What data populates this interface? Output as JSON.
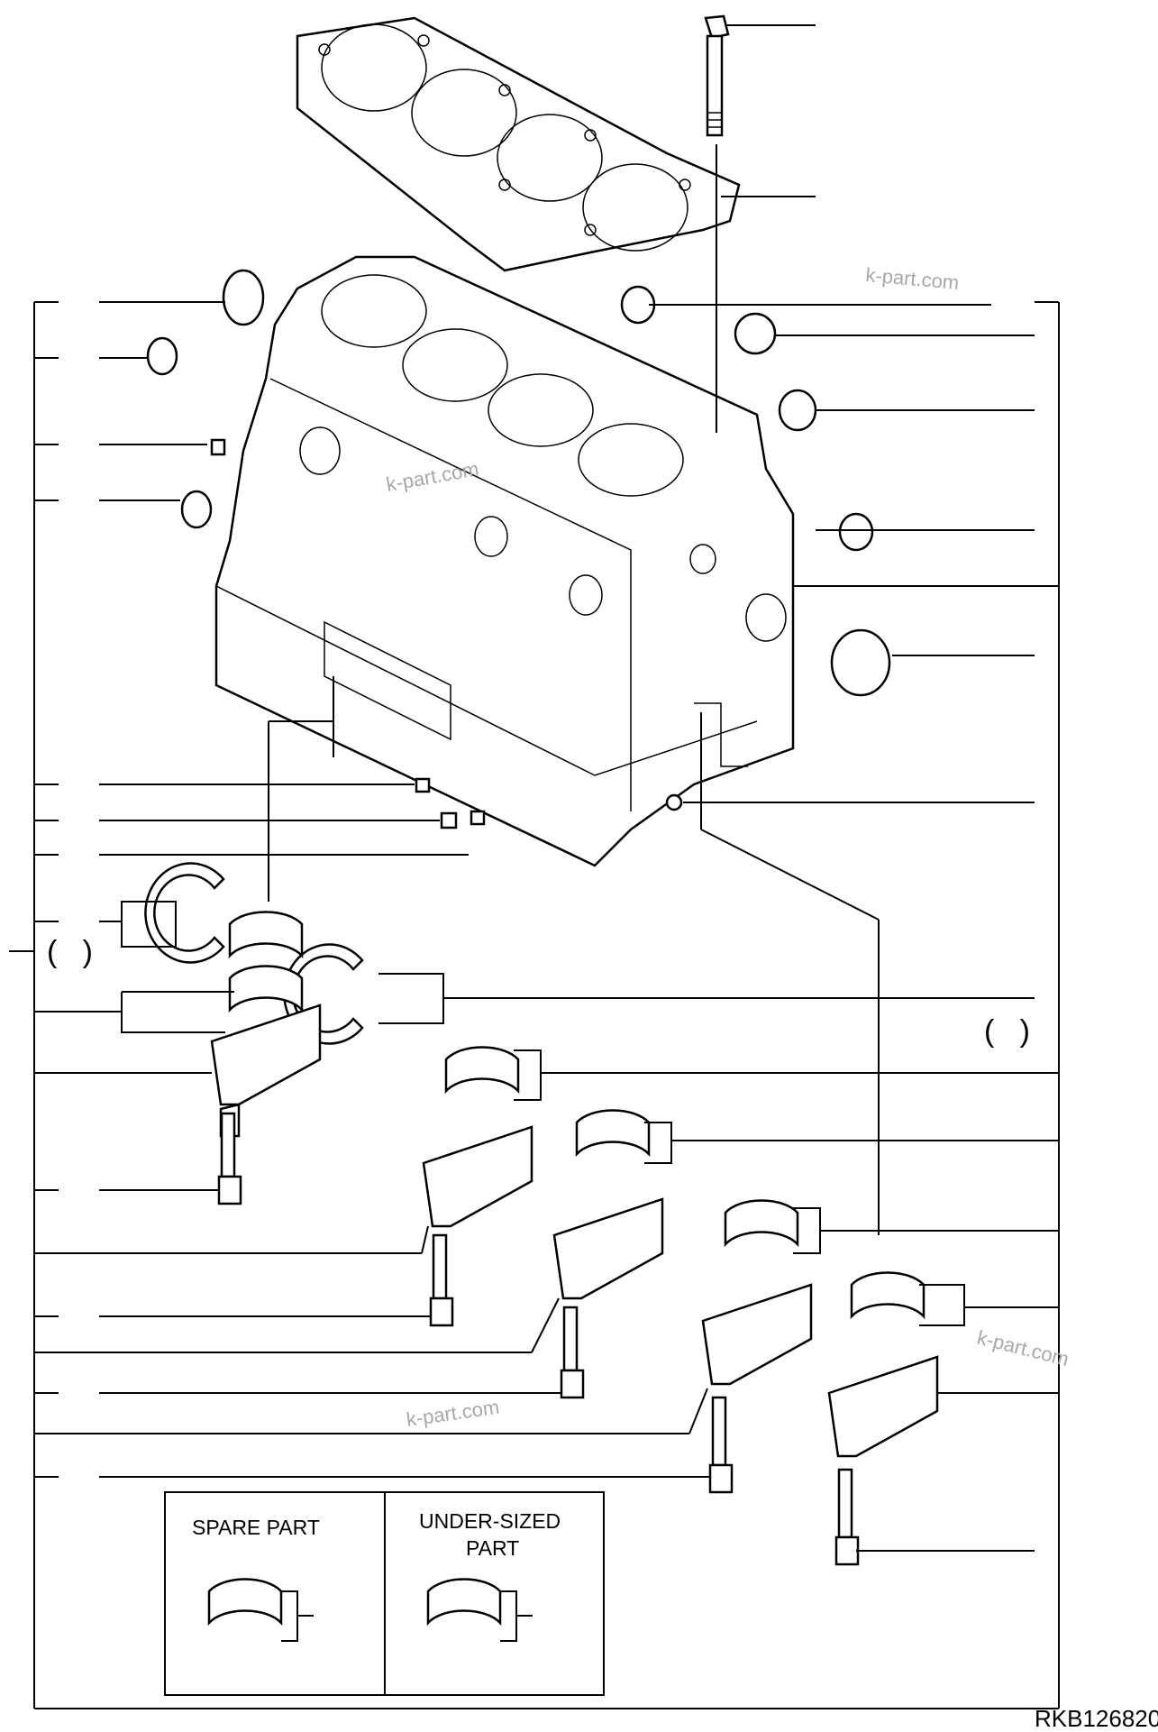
{
  "drawing_code": "RKB126820",
  "watermark": "k-part.com",
  "legend": {
    "spare_label": "SPARE PART",
    "undersized_label_line1": "UNDER-SIZED",
    "undersized_label_line2": "PART"
  },
  "brackets": {
    "left": "(   )",
    "right": "(   )"
  }
}
